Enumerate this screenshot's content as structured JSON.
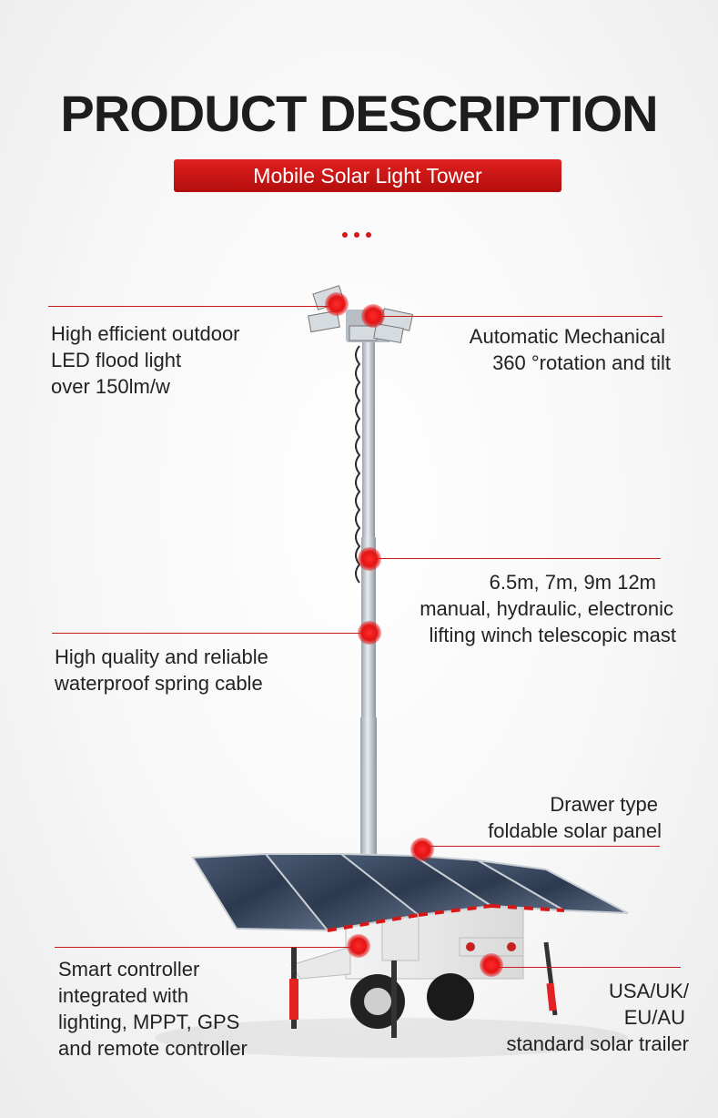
{
  "header": {
    "title": "PRODUCT DESCRIPTION",
    "subtitle": "Mobile Solar Light Tower"
  },
  "features": {
    "led_light": [
      "High efficient outdoor",
      "LED flood light",
      "over 150lm/w"
    ],
    "rotation": [
      "Automatic Mechanical",
      "360 °rotation and tilt"
    ],
    "mast": [
      "6.5m,  7m, 9m 12m",
      "manual, hydraulic, electronic",
      "lifting winch  telescopic mast"
    ],
    "cable": [
      "High quality and reliable",
      "waterproof spring cable"
    ],
    "solar_panel": [
      "Drawer type",
      "foldable solar panel"
    ],
    "controller": [
      "Smart controller",
      "integrated with",
      "lighting,  MPPT, GPS",
      "and remote controller"
    ],
    "trailer": [
      "USA/UK/",
      "EU/AU",
      "standard solar trailer"
    ]
  },
  "colors": {
    "accent": "#d41818",
    "title": "#1d1d1d",
    "text": "#222222"
  }
}
